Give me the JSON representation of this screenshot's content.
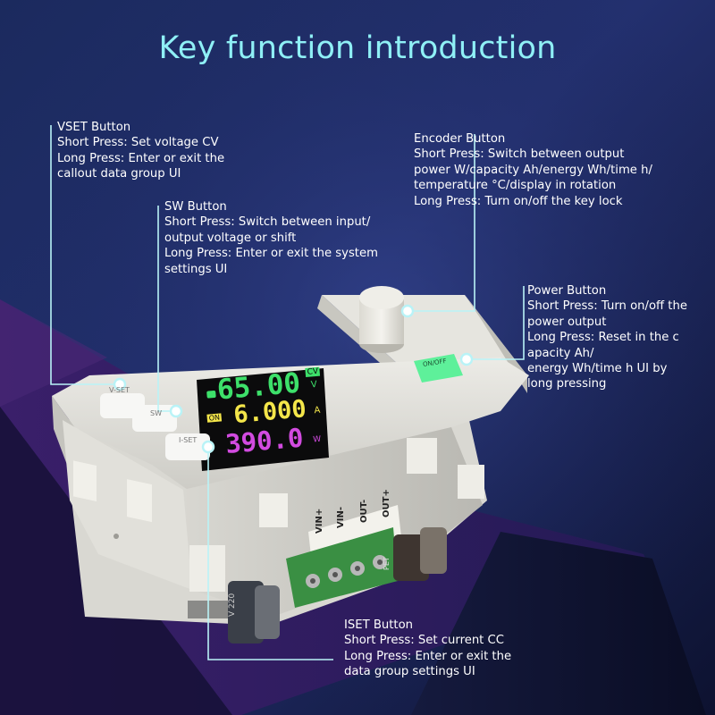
{
  "title": "Key function introduction",
  "colors": {
    "title": "#8ff0f6",
    "leader": "#b9f3f7",
    "voltage": "#3de06a",
    "current": "#f4e64a",
    "power": "#d24be0",
    "on_button": "#5ef09a"
  },
  "callouts": {
    "vset": {
      "heading": "VSET Button",
      "lines": [
        "Short Press: Set voltage CV",
        "Long Press: Enter or exit the",
        "callout data group UI"
      ]
    },
    "sw": {
      "heading": "SW Button",
      "lines": [
        "Short Press: Switch between input/",
        "output voltage or shift",
        "Long Press: Enter or exit the system",
        "settings UI"
      ]
    },
    "encoder": {
      "heading": "Encoder Button",
      "lines": [
        "Short Press: Switch between output",
        "power W/capacity Ah/energy Wh/time h/",
        "temperature °C/display in rotation",
        "Long Press: Turn on/off the key lock"
      ]
    },
    "power": {
      "heading": "Power Button",
      "lines": [
        "Short Press: Turn on/off the",
        "power output",
        "Long Press: Reset in the c",
        "apacity Ah/",
        "energy Wh/time h  UI by",
        "long pressing"
      ]
    },
    "iset": {
      "heading": "ISET Button",
      "lines": [
        "Short Press: Set current CC",
        "Long Press: Enter or exit the",
        "data group settings UI"
      ]
    }
  },
  "device": {
    "buttons": {
      "vset": "V-SET",
      "sw": "SW",
      "iset": "I-SET",
      "onoff": "ON/OFF"
    },
    "display": {
      "voltage": "65.00",
      "voltage_badge": "CV",
      "voltage_unit": "V",
      "on_badge": "ON",
      "current": "6.000",
      "current_unit": "A",
      "power": "390.0",
      "power_unit": "W"
    },
    "terminals": [
      "VIN+",
      "VIN-",
      "OUT-",
      "OUT+"
    ],
    "capacitor_text": "V 220",
    "cap_mark": "PET"
  }
}
